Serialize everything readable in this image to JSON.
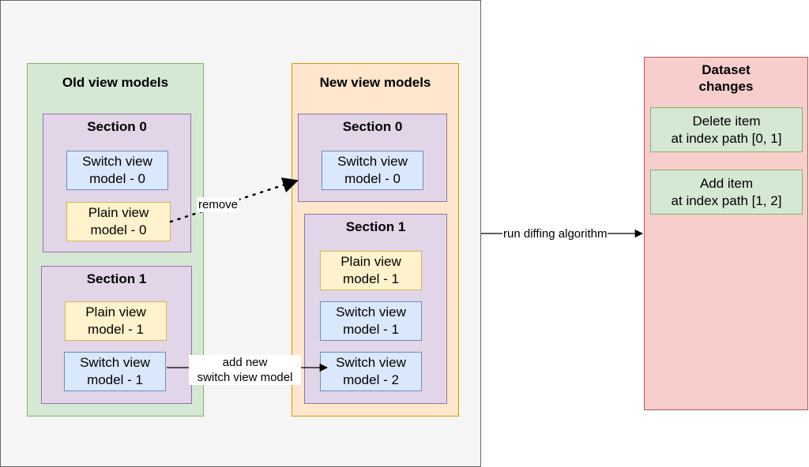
{
  "old_view_models": {
    "title": "Old view models",
    "section0": {
      "title": "Section 0",
      "items": [
        "Switch view\nmodel - 0",
        "Plain view\nmodel - 0"
      ]
    },
    "section1": {
      "title": "Section 1",
      "items": [
        "Plain view\nmodel - 1",
        "Switch view\nmodel - 1"
      ]
    }
  },
  "new_view_models": {
    "title": "New view models",
    "section0": {
      "title": "Section 0",
      "items": [
        "Switch view\nmodel - 0"
      ]
    },
    "section1": {
      "title": "Section 1",
      "items": [
        "Plain view\nmodel - 1",
        "Switch view\nmodel - 1",
        "Switch view\nmodel - 2"
      ]
    }
  },
  "dataset_changes": {
    "title": "Dataset\nchanges",
    "items": [
      "Delete item\nat index path [0, 1]",
      "Add item\nat index path [1, 2]"
    ]
  },
  "edges": {
    "remove": "remove",
    "add_new": "add new\nswitch view model",
    "run_diffing": "run diffing algorithm"
  }
}
